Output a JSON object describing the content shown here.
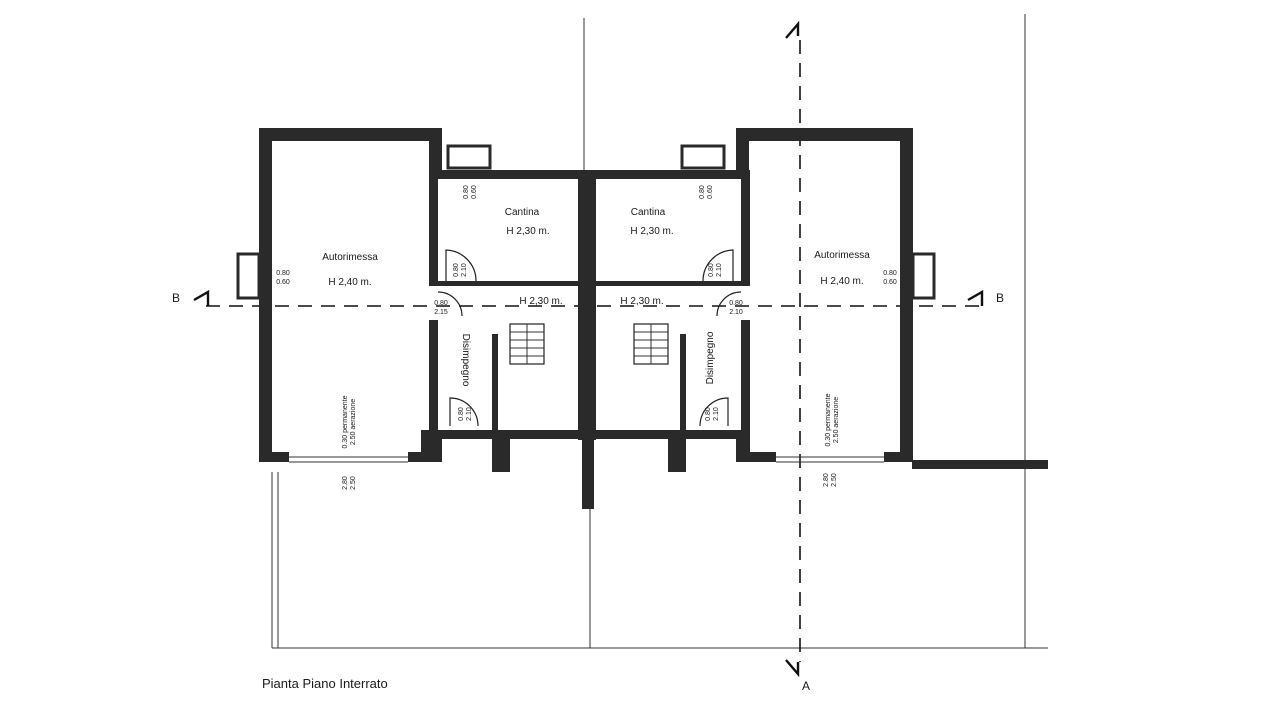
{
  "caption": "Pianta Piano Interrato",
  "section_a": "A",
  "section_b": "B",
  "rooms": {
    "autorimessa": "Autorimessa",
    "cantina": "Cantina",
    "disimpegno": "Disimpegno",
    "h240": "H 2,40 m.",
    "h230": "H 2,30 m."
  },
  "dims": {
    "win_top": "0.80",
    "win_bottom": "0.60",
    "door_top": "0.80",
    "door_bottom": "2.10",
    "door_alt_bottom": "2.15",
    "vent_line1": "0.30 permanente",
    "vent_line2": "2.50 aerazione",
    "gate_top": "2.80",
    "gate_bottom": "2.50"
  }
}
